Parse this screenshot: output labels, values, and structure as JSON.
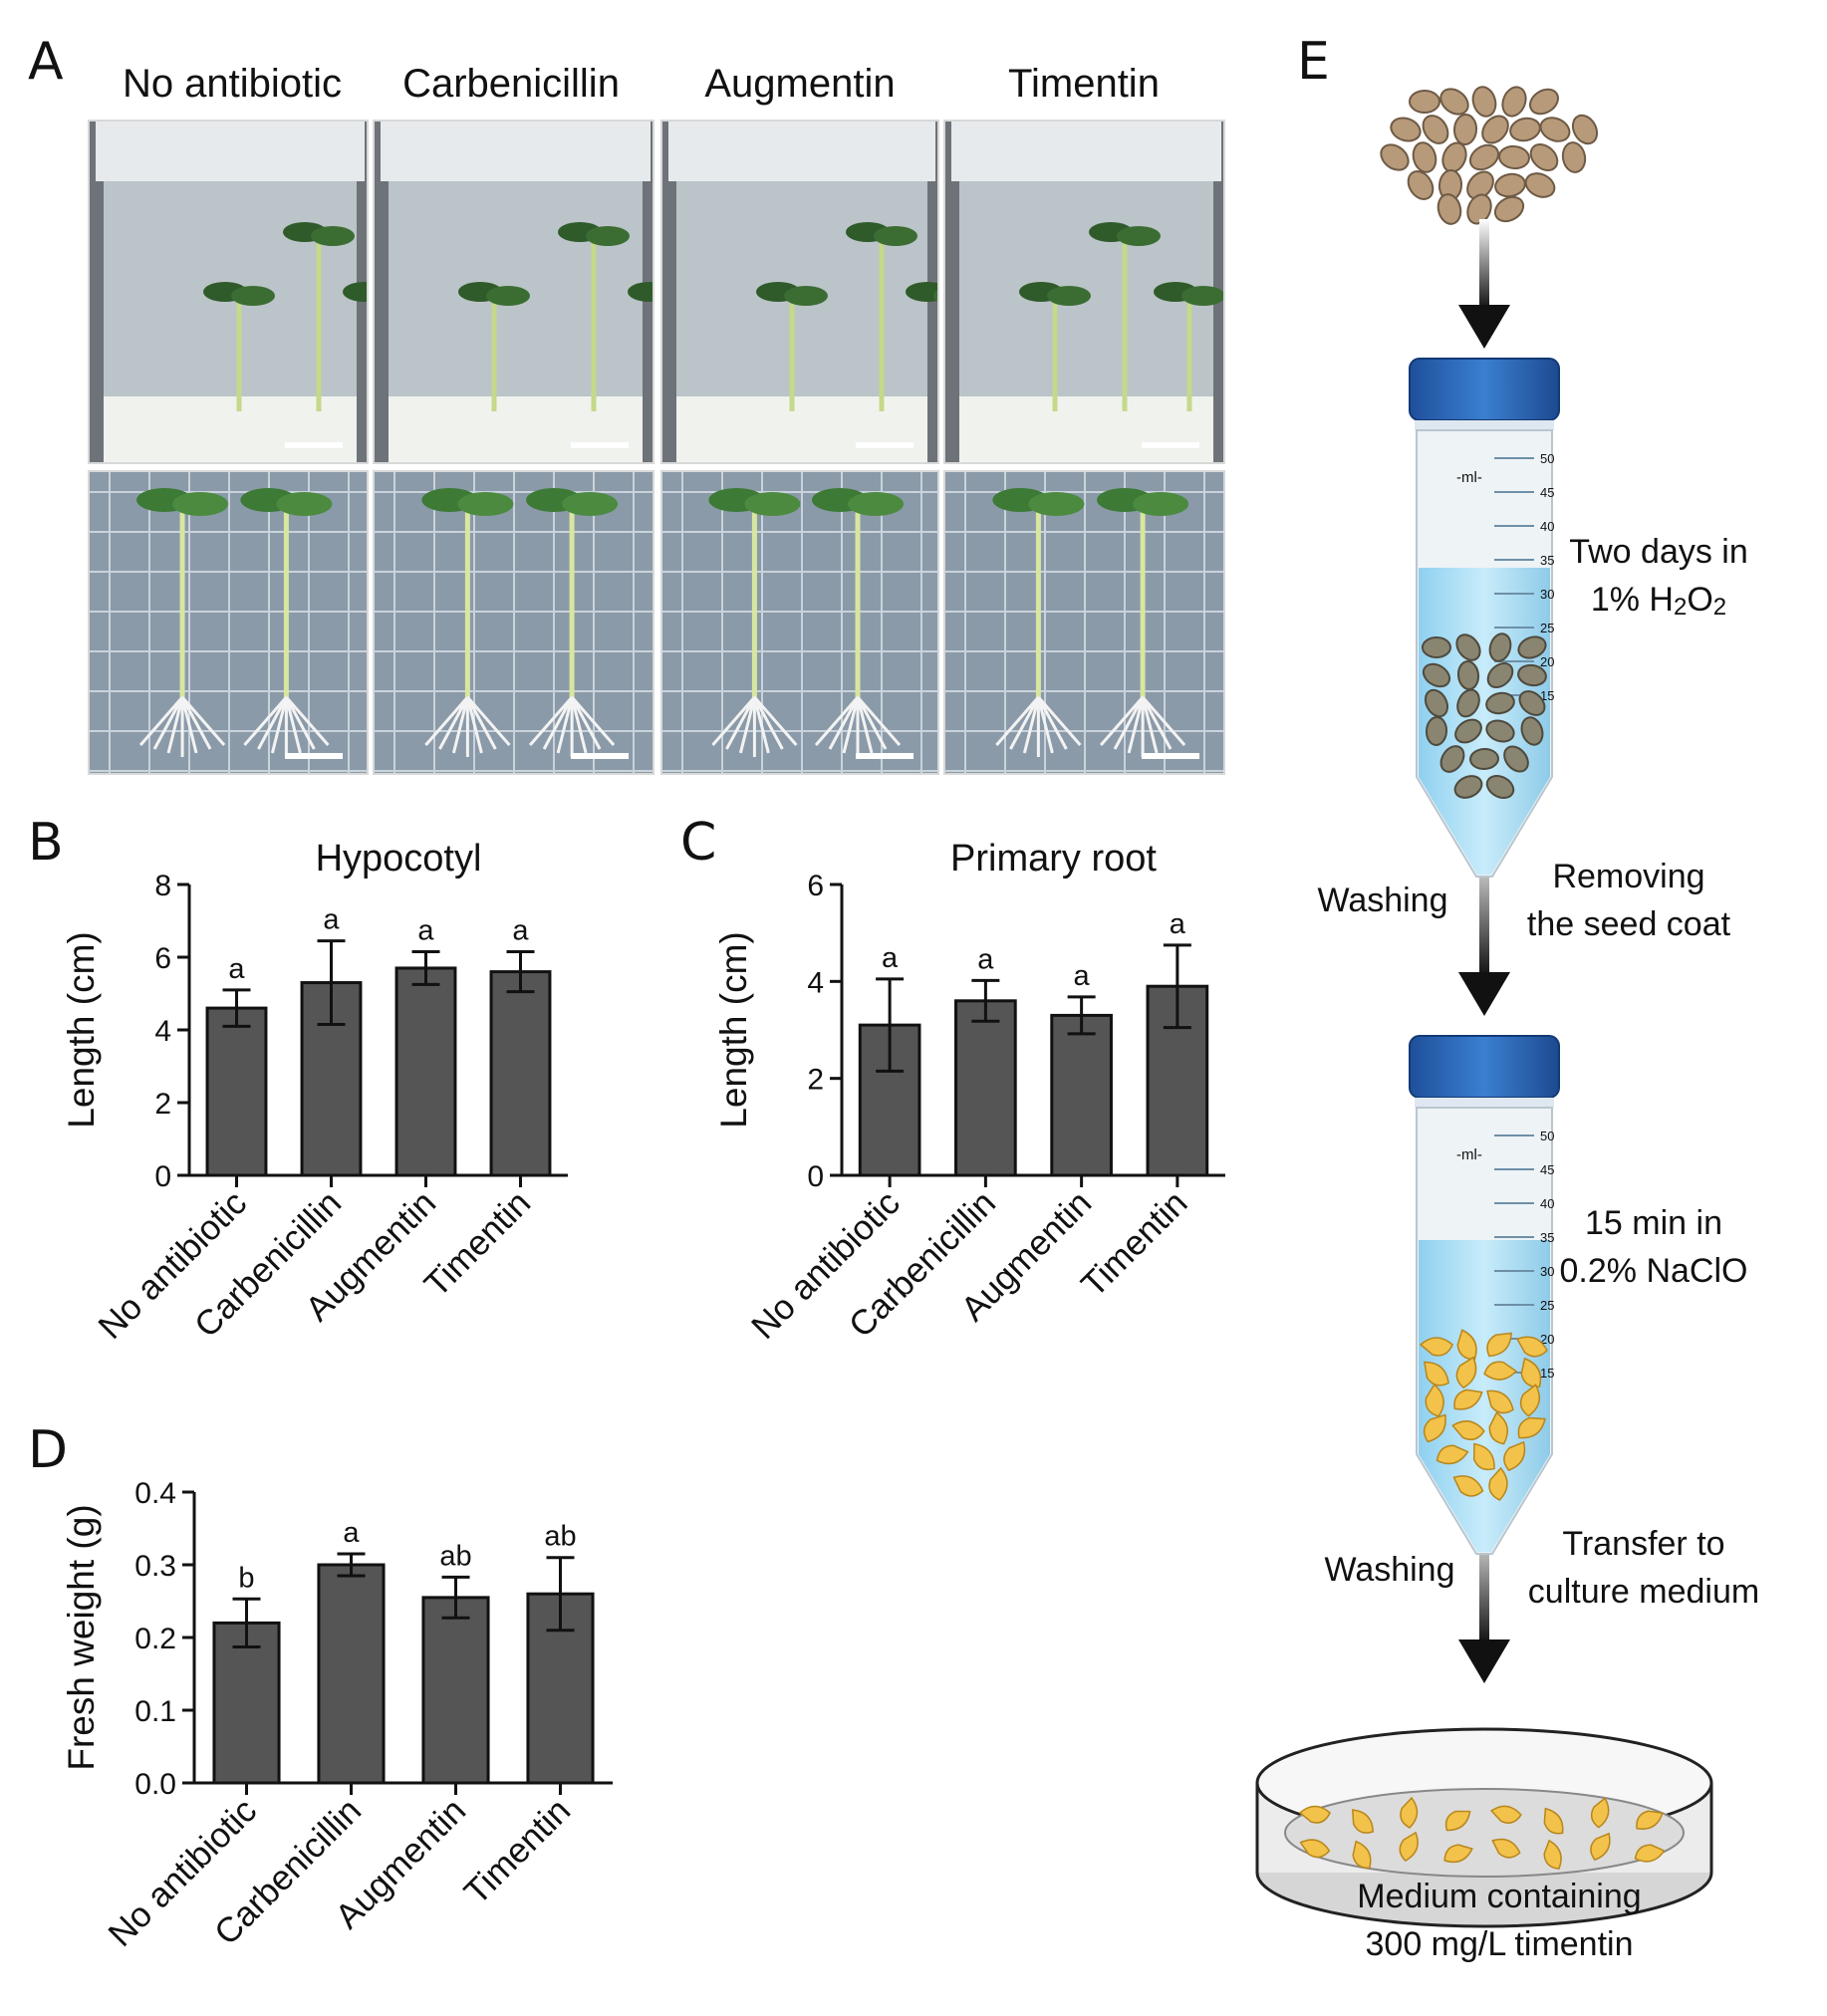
{
  "panels": {
    "A": "A",
    "B": "B",
    "C": "C",
    "D": "D",
    "E": "E"
  },
  "photo_columns": [
    "No antibiotic",
    "Carbenicillin",
    "Augmentin",
    "Timentin"
  ],
  "colors": {
    "bar": "#555555",
    "bar_stroke": "#111111",
    "text": "#111111"
  },
  "chart_data": [
    {
      "id": "B",
      "type": "bar",
      "title": "Hypocotyl",
      "ylabel": "Length (cm)",
      "categories": [
        "No antibiotic",
        "Carbenicillin",
        "Augmentin",
        "Timentin"
      ],
      "values": [
        4.6,
        5.3,
        5.7,
        5.6
      ],
      "errors": [
        0.5,
        1.15,
        0.45,
        0.55
      ],
      "letters": [
        "a",
        "a",
        "a",
        "a"
      ],
      "ylim": [
        0,
        8
      ],
      "yticks": [
        "0",
        "2",
        "4",
        "6",
        "8"
      ],
      "grid": false
    },
    {
      "id": "C",
      "type": "bar",
      "title": "Primary root",
      "ylabel": "Length (cm)",
      "categories": [
        "No antibiotic",
        "Carbenicillin",
        "Augmentin",
        "Timentin"
      ],
      "values": [
        3.1,
        3.6,
        3.3,
        3.9
      ],
      "errors": [
        0.95,
        0.42,
        0.38,
        0.85
      ],
      "letters": [
        "a",
        "a",
        "a",
        "a"
      ],
      "ylim": [
        0,
        6
      ],
      "yticks": [
        "0",
        "2",
        "4",
        "6"
      ],
      "grid": false
    },
    {
      "id": "D",
      "type": "bar",
      "title": "",
      "ylabel": "Fresh weight (g)",
      "categories": [
        "No antibiotic",
        "Carbenicillin",
        "Augmentin",
        "Timentin"
      ],
      "values": [
        0.22,
        0.3,
        0.255,
        0.26
      ],
      "errors": [
        0.033,
        0.015,
        0.028,
        0.05
      ],
      "letters": [
        "b",
        "a",
        "ab",
        "ab"
      ],
      "ylim": [
        0,
        0.4
      ],
      "yticks": [
        "0.0",
        "0.1",
        "0.2",
        "0.3",
        "0.4"
      ],
      "grid": false
    }
  ],
  "flow": {
    "step1_line1": "Two days in",
    "step1_line2_pre": "1% H",
    "step1_sub1": "2",
    "step1_mid": "O",
    "step1_sub2": "2",
    "wash1": "Washing",
    "remove_line1": "Removing",
    "remove_line2": "the seed coat",
    "step2_line1": "15 min in",
    "step2_line2": "0.2% NaClO",
    "wash2": "Washing",
    "transfer_line1": "Transfer to",
    "transfer_line2": "culture medium",
    "medium_line1": "Medium containing",
    "medium_line2": "300 mg/L timentin",
    "tube_unit": "-ml-",
    "tube_ticks": [
      "50",
      "45",
      "40",
      "35",
      "30",
      "25",
      "20",
      "15"
    ]
  }
}
